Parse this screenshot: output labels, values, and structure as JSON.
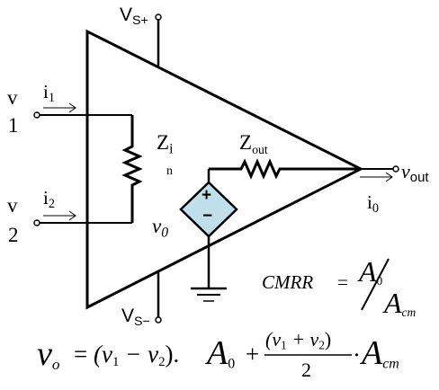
{
  "labels": {
    "vs_plus": {
      "main": "V",
      "sub": "S+"
    },
    "vs_minus": {
      "main": "V",
      "sub": "S−"
    },
    "v1": {
      "main": "v",
      "num": "1"
    },
    "v2": {
      "main": "v",
      "num": "2"
    },
    "i1": {
      "main": "i",
      "sub": "1"
    },
    "i2": {
      "main": "i",
      "sub": "2"
    },
    "zin": {
      "main": "Z",
      "sub": "i",
      "n": "n"
    },
    "zout": {
      "main": "Z",
      "sub": "out"
    },
    "v0": {
      "main": "v",
      "sub": "0"
    },
    "vout": {
      "main": "v",
      "sub": "out"
    },
    "i0": {
      "main": "i",
      "sub": "0"
    },
    "source_plus": "+",
    "source_minus": "−"
  },
  "cmrr": {
    "lhs": "CMRR",
    "eq": "=",
    "num_main": "A",
    "num_sub": "0",
    "den_main": "A",
    "den_sub": "cm"
  },
  "formula": {
    "lhs_main": "v",
    "lhs_sub": "o",
    "eq": "=",
    "diff_open": "(v",
    "diff_s1": "1",
    "diff_minus": " − v",
    "diff_s2": "2",
    "diff_close": ").",
    "a0_main": "A",
    "a0_sub": "0",
    "plus": "+",
    "frac_num_open": "(v",
    "frac_num_s1": "1",
    "frac_num_plus": " + v",
    "frac_num_s2": "2",
    "frac_num_close": ")",
    "frac_den": "2",
    "dot": "·",
    "acm_main": "A",
    "acm_sub": "cm"
  },
  "colors": {
    "line": "#000000",
    "source_fill": "#bfe0ea",
    "background": "#ffffff"
  }
}
